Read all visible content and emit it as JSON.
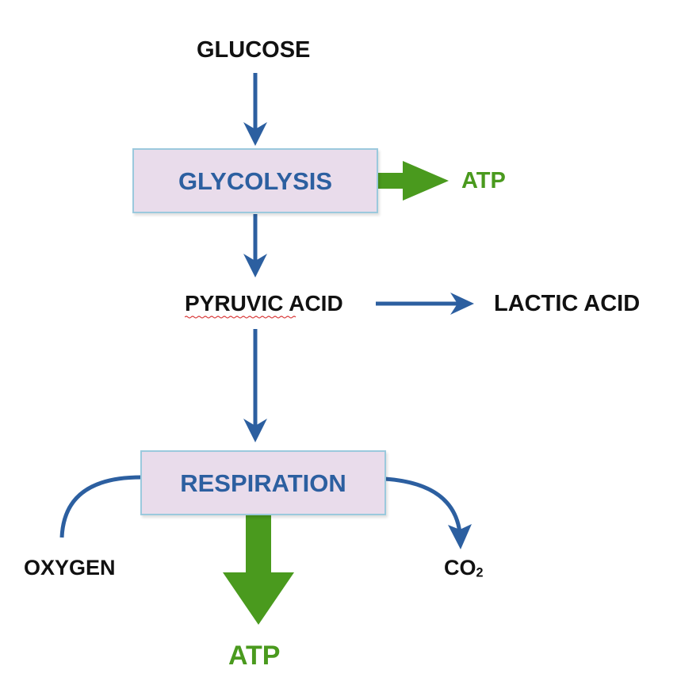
{
  "glucose": "GLUCOSE",
  "glycolysis": "GLYCOLYSIS",
  "atp_glycolysis": "ATP",
  "pyruvic_word1": "PYRUVIC",
  "pyruvic_word2": "ACID",
  "lactic_acid": "LACTIC ACID",
  "respiration": "RESPIRATION",
  "oxygen": "OXYGEN",
  "co2_main": "CO",
  "co2_sub": "2",
  "atp_respiration": "ATP",
  "colors": {
    "arrow_blue": "#2c5fa0",
    "atp_green": "#4a9a1e",
    "box_fill": "#e9dceb",
    "box_border": "#9bc9dd"
  }
}
